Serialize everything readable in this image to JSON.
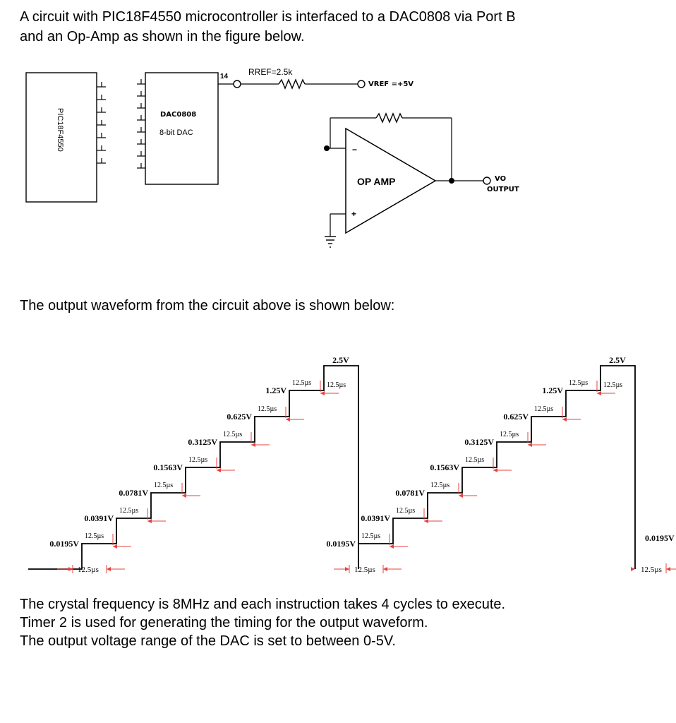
{
  "intro": {
    "line1": "A circuit with PIC18F4550 microcontroller is interfaced to a DAC0808 via Port B",
    "line2": "and an Op-Amp as shown in the figure below."
  },
  "circuit": {
    "pic_label": "PIC18F4550",
    "dac_name": "DAC0808",
    "dac_desc": "8-bit DAC",
    "pin14": "14",
    "rref": "RREF=2.5k",
    "vref": "VREF =+5V",
    "opamp": "OP AMP",
    "minus": "−",
    "plus": "+",
    "vo": "VO",
    "output": "OUTPUT"
  },
  "waveform_caption": "The output waveform from the circuit above is shown below:",
  "waveform": {
    "step_duration": "12.5µs",
    "levels": [
      "0.0195V",
      "0.0391V",
      "0.0781V",
      "0.1563V",
      "0.3125V",
      "0.625V",
      "1.25V",
      "2.5V"
    ],
    "second_start": "0.0195V",
    "end_level": "0.0195V"
  },
  "notes": {
    "line1": "The crystal frequency is 8MHz and each instruction takes 4 cycles to execute.",
    "line2": "Timer 2 is used for generating the timing for the output waveform.",
    "line3": "The output voltage range of the DAC is set to between 0-5V."
  },
  "colors": {
    "line": "#000000",
    "arrow": "#e8413c"
  }
}
